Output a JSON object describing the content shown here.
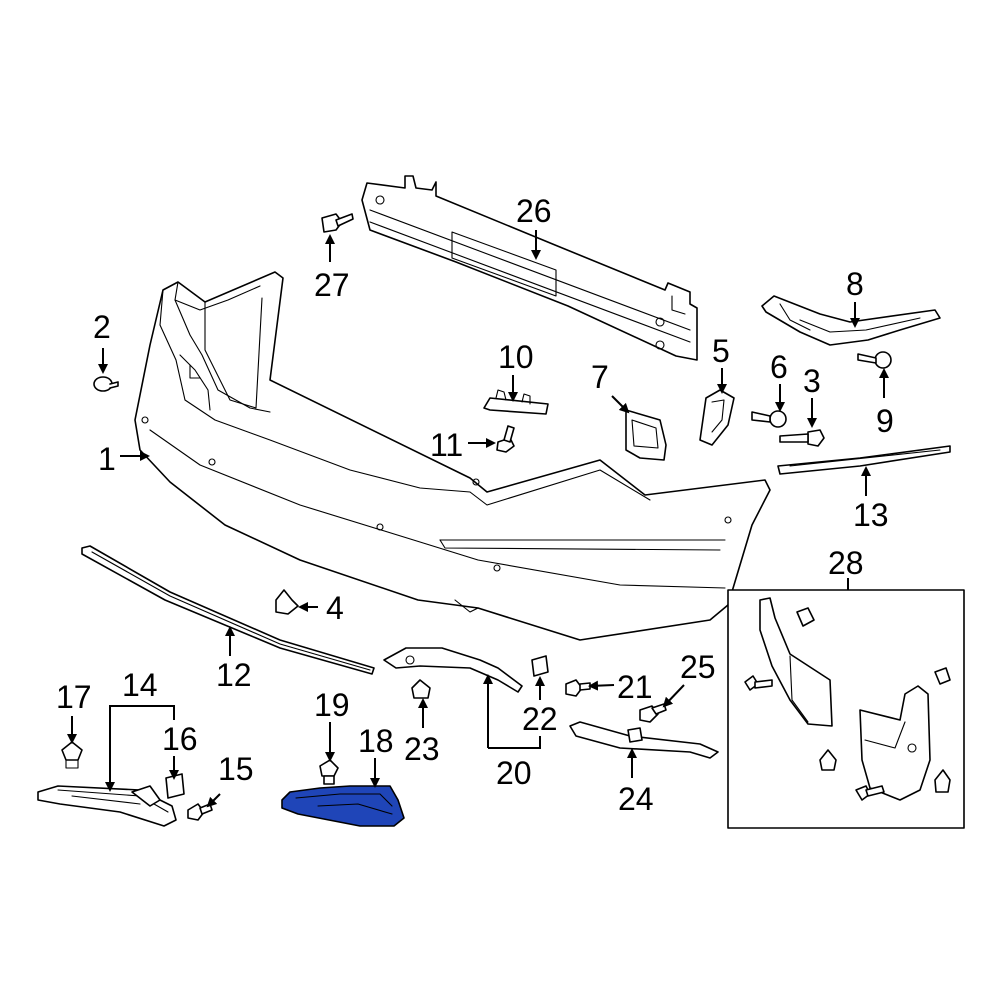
{
  "diagram": {
    "highlight_color": "#1f45b8",
    "line_color": "#000000",
    "background": "#ffffff",
    "highlighted_part": "18"
  },
  "callouts": {
    "c1": "1",
    "c2": "2",
    "c3": "3",
    "c4": "4",
    "c5": "5",
    "c6": "6",
    "c7": "7",
    "c8": "8",
    "c9": "9",
    "c10": "10",
    "c11": "11",
    "c12": "12",
    "c13": "13",
    "c14": "14",
    "c15": "15",
    "c16": "16",
    "c17": "17",
    "c18": "18",
    "c19": "19",
    "c20": "20",
    "c21": "21",
    "c22": "22",
    "c23": "23",
    "c24": "24",
    "c25": "25",
    "c26": "26",
    "c27": "27",
    "c28": "28"
  }
}
